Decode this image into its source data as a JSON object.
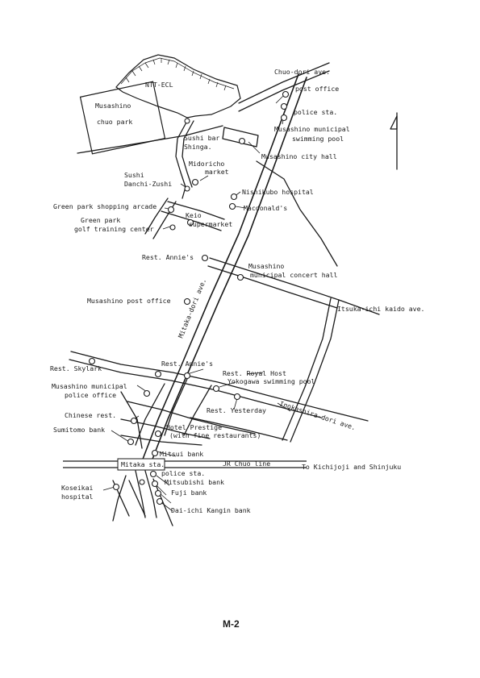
{
  "page_number": "M-2",
  "labels": {
    "chuo_dori": "Chuo-dori ave.",
    "post_office": "post office",
    "police_sta_top": "police sta.",
    "swimming_pool_1": "Musashino municipal",
    "swimming_pool_2": "swimming pool",
    "city_hall": "Musashino city hall",
    "ntt_ecl": "NTT-ECL",
    "chuo_park_1": "Musashino",
    "chuo_park_2": "chuo park",
    "sushi_bar_1": "Sushi bar",
    "sushi_bar_2": "Shinga.",
    "midoricho_1": "Midoricho",
    "midoricho_2": "market",
    "sushi_danchi_1": "Sushi",
    "sushi_danchi_2": "Danchi-Zushi",
    "nishikubo": "Nishikubo hospital",
    "green_arcade": "Green park shopping arcade",
    "macdonalds": "Macdonald's",
    "keio_1": "Keio",
    "keio_2": "supermarket",
    "golf_1": "Green park",
    "golf_2": "golf training center",
    "annies_top": "Rest. Annie's",
    "concert_1": "Musashino",
    "concert_2": "municipal concert hall",
    "post_office_musashino": "Musashino post office",
    "mitaka_dori": "Mitaka-dori ave.",
    "itsuka_ichi": "Itsuka-ichi kaido ave.",
    "skylark": "Rest. Skylark",
    "annies_bottom": "Rest. Annie's",
    "royal_host": "Rest. Royal Host",
    "yokogawa": "Yokogawa swimming pool",
    "police_office_1": "Musashino municipal",
    "police_office_2": "police office",
    "yesterday": "Rest. Yesterday",
    "inokashira": "Inokashira-dori ave.",
    "chinese": "Chinese rest.",
    "sumitomo": "Sumitomo bank",
    "hotel_1": "Hotel Prestige",
    "hotel_2": "(with fine restaurants)",
    "mitsui": "Mitsui bank",
    "mitaka_sta": "Mitaka sta.",
    "jr_chuo": "JR Chuo line",
    "to_kichijoji": "To Kichijoji and Shinjuku",
    "police_sta_bottom": "police sta.",
    "mitsubishi": "Mitsubishi bank",
    "koseikai_1": "Koseikai",
    "koseikai_2": "hospital",
    "fuji": "Fuji bank",
    "daiichi": "Dai-ichi Kangin bank"
  }
}
